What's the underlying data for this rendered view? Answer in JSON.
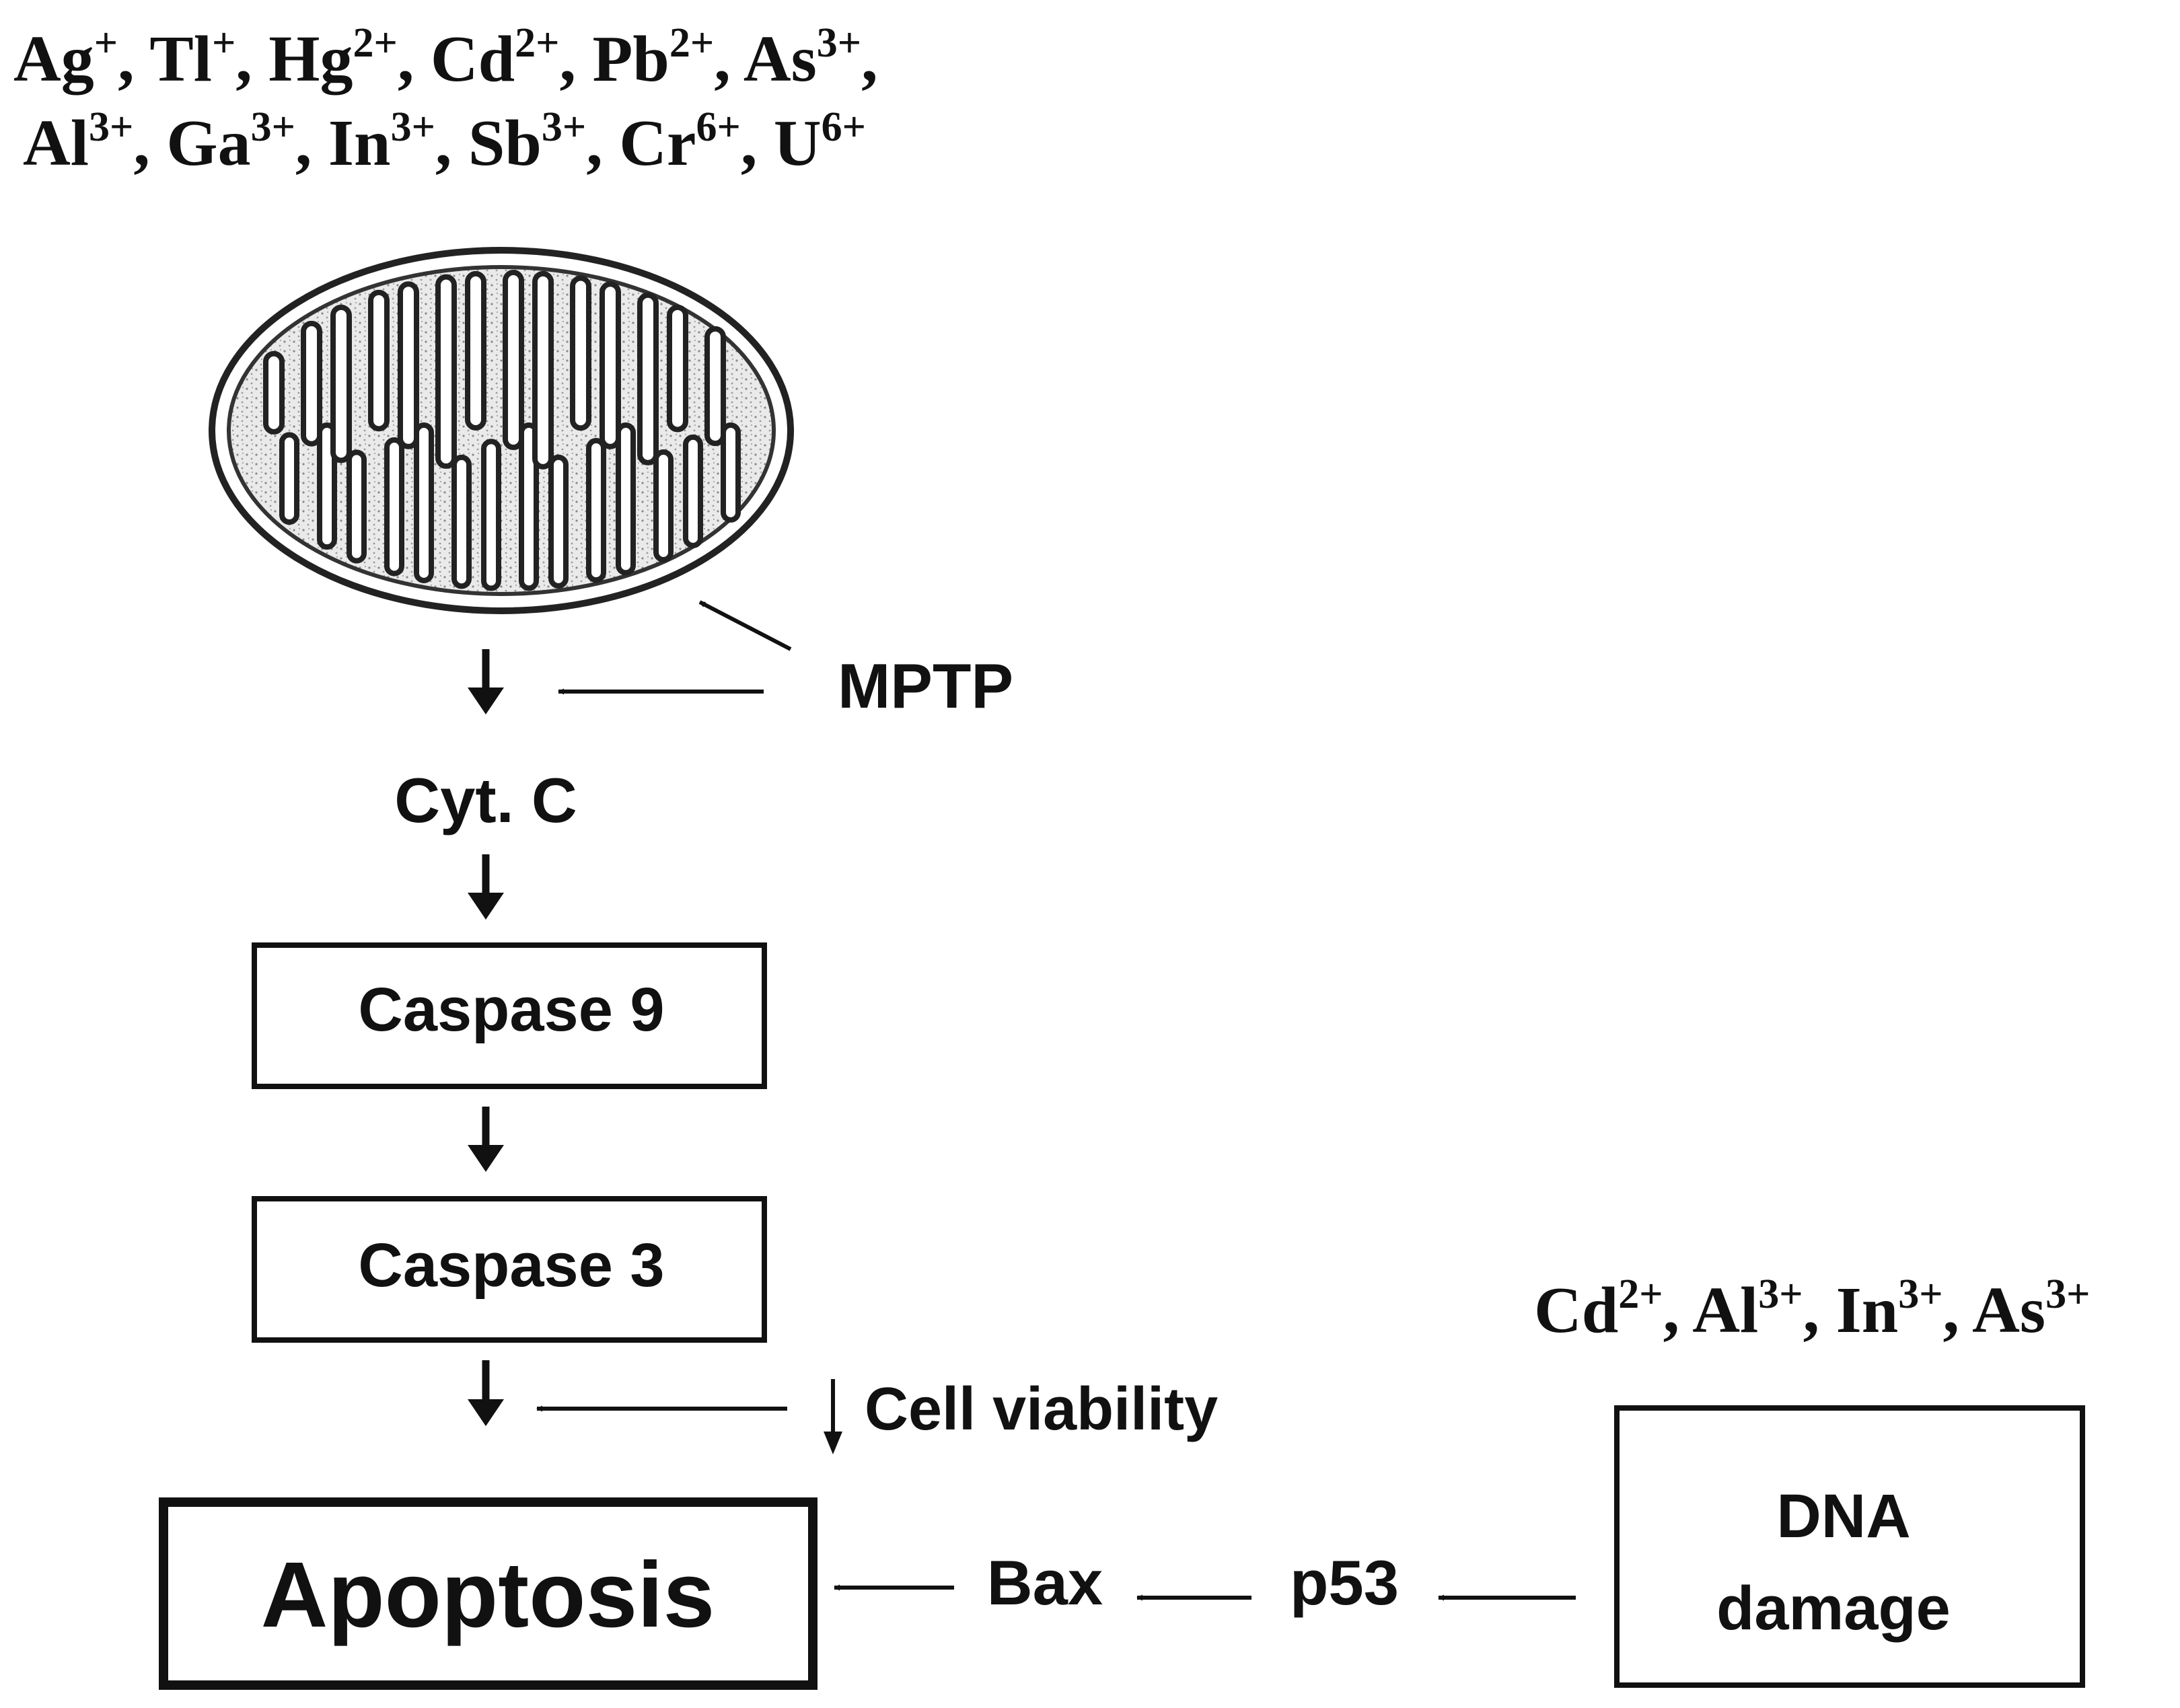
{
  "metals_top": {
    "line1": [
      {
        "base": "Ag",
        "charge": "+"
      },
      {
        "base": "Tl",
        "charge": "+"
      },
      {
        "base": "Hg",
        "charge": "2+"
      },
      {
        "base": "Cd",
        "charge": "2+"
      },
      {
        "base": "Pb",
        "charge": "2+"
      },
      {
        "base": "As",
        "charge": "3+"
      }
    ],
    "line2": [
      {
        "base": "Al",
        "charge": "3+"
      },
      {
        "base": "Ga",
        "charge": "3+"
      },
      {
        "base": "In",
        "charge": "3+"
      },
      {
        "base": "Sb",
        "charge": "3+"
      },
      {
        "base": "Cr",
        "charge": "6+"
      },
      {
        "base": "U",
        "charge": "6+"
      }
    ]
  },
  "metals_dna": [
    {
      "base": "Cd",
      "charge": "2+"
    },
    {
      "base": "Al",
      "charge": "3+"
    },
    {
      "base": "In",
      "charge": "3+"
    },
    {
      "base": "As",
      "charge": "3+"
    }
  ],
  "labels": {
    "mptp": "MPTP",
    "cyt_c": "Cyt. C",
    "caspase9": "Caspase 9",
    "caspase3": "Caspase 3",
    "cell_viability": "Cell viability",
    "apoptosis": "Apoptosis",
    "bax": "Bax",
    "p53": "p53",
    "dna_line1": "DNA",
    "dna_line2": "damage"
  },
  "icons": {
    "mitochondrion": "mitochondrion-icon",
    "decrease": "down-arrow-icon"
  },
  "colors": {
    "ink": "#111111",
    "matrix": "#e2e2e2",
    "background": "#ffffff"
  }
}
